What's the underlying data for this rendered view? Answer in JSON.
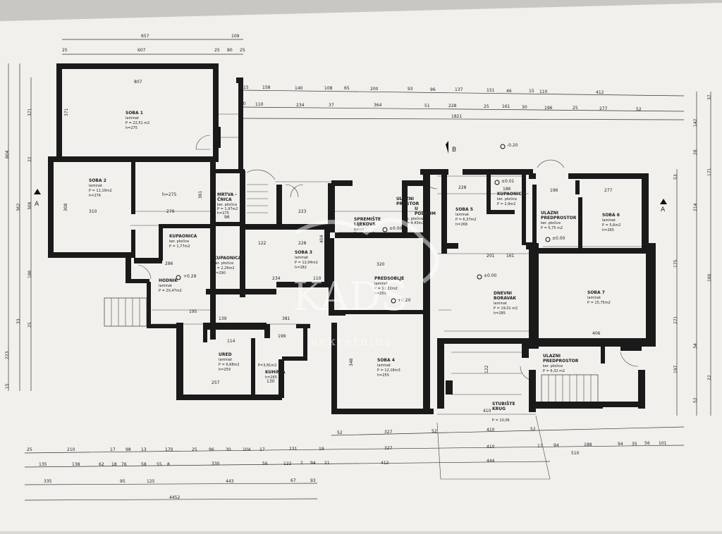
{
  "section_marks": {
    "a_left": "A",
    "a_right": "A",
    "b_top": "B"
  },
  "rooms": [
    {
      "id": "soba1",
      "lines": [
        "SOBA 1",
        "laminat",
        "P = 22,51 m2",
        "h=275"
      ]
    },
    {
      "id": "soba2",
      "lines": [
        "SOBA 2",
        "laminat",
        "P = 11,19m2",
        "h=276"
      ]
    },
    {
      "id": "mrtva",
      "lines": [
        "MRTVA -",
        "ČNICA",
        "ker. pločice",
        "P = 1,97m2",
        "h=275"
      ]
    },
    {
      "id": "kup1",
      "lines": [
        "KUPAONICA",
        "ker. pločice",
        "P = 1,77m2"
      ]
    },
    {
      "id": "kup2",
      "lines": [
        "KUPAONICA",
        "ker. pločice",
        "P = 2,26m2",
        "h=290"
      ]
    },
    {
      "id": "hodnik",
      "lines": [
        "HODNIK",
        "laminat",
        "P = 20,47m2"
      ]
    },
    {
      "id": "soba3",
      "lines": [
        "SOBA 3",
        "laminat",
        "P = 12,04m2",
        "h=282"
      ]
    },
    {
      "id": "spremiste",
      "lines": [
        "SPREMIŠTE",
        "LIJEKOVA",
        "beton",
        "P = 2,38m2"
      ]
    },
    {
      "id": "podrum",
      "lines": [
        "ULAZNI",
        "PROSTOR",
        "U",
        "PODRUM",
        "ker. pločice",
        "P = 4,43m2"
      ]
    },
    {
      "id": "predsoblje",
      "lines": [
        "PREDSOBLJE",
        "laminat",
        "P = 12,22m2",
        "h=259"
      ]
    },
    {
      "id": "ured",
      "lines": [
        "URED",
        "laminat",
        "P = 6,68m2",
        "h=259"
      ]
    },
    {
      "id": "kuhinja",
      "lines": [
        "KUHINJA",
        "P=3,81m2",
        "h=265"
      ]
    },
    {
      "id": "soba4",
      "lines": [
        "SOBA 4",
        "laminat",
        "P = 12,18m3",
        "h=255"
      ]
    },
    {
      "id": "soba5",
      "lines": [
        "SOBA 5",
        "laminat",
        "P = 6,37m2",
        "h=268"
      ]
    },
    {
      "id": "kup3",
      "lines": [
        "KUPAONICA",
        "ker. pločice",
        "P = 2,9m2"
      ]
    },
    {
      "id": "dnevni",
      "lines": [
        "DNEVNI",
        "BORAVAK",
        "laminat",
        "P = 19,01 m2",
        "h=285"
      ]
    },
    {
      "id": "ulazni1",
      "lines": [
        "ULAZNI",
        "PREDPROSTOR",
        "ker. pločice",
        "P = 5,75 m2"
      ]
    },
    {
      "id": "soba6",
      "lines": [
        "SOBA 6",
        "laminat",
        "P = 5,6m2",
        "h=265"
      ]
    },
    {
      "id": "soba7",
      "lines": [
        "SOBA 7",
        "laminat",
        "P = 15,75m2"
      ]
    },
    {
      "id": "ulazni2",
      "lines": [
        "ULAZNI",
        "PREDPROSTOR",
        "ker. pločice",
        "P = 6,32 m2"
      ]
    },
    {
      "id": "stubiste",
      "lines": [
        "STUBIŠTE",
        "KRUG",
        "P = 10,06"
      ]
    }
  ],
  "levels": [
    "+0.29",
    "±0.00",
    "+0.20",
    "±0.00",
    "±0.00",
    "-0.20",
    "±0.01"
  ],
  "inner_dims": [
    {
      "id": "d807",
      "text": "807"
    },
    {
      "id": "d371",
      "text": "371"
    },
    {
      "id": "d308",
      "text": "308"
    },
    {
      "id": "d310",
      "text": "310"
    },
    {
      "id": "d279",
      "text": "279"
    },
    {
      "id": "dh275",
      "text": "h=275"
    },
    {
      "id": "d361",
      "text": "361"
    },
    {
      "id": "d96",
      "text": "96"
    },
    {
      "id": "d223",
      "text": "223"
    },
    {
      "id": "d122",
      "text": "122"
    },
    {
      "id": "d228",
      "text": "228"
    },
    {
      "id": "d404",
      "text": "404"
    },
    {
      "id": "d234",
      "text": "234"
    },
    {
      "id": "d110",
      "text": "110"
    },
    {
      "id": "d286",
      "text": "286"
    },
    {
      "id": "d195",
      "text": "195"
    },
    {
      "id": "d139",
      "text": "139"
    },
    {
      "id": "d381",
      "text": "381"
    },
    {
      "id": "d114",
      "text": "114"
    },
    {
      "id": "d257",
      "text": "257"
    },
    {
      "id": "d199",
      "text": "199"
    },
    {
      "id": "d130",
      "text": "130"
    },
    {
      "id": "d320",
      "text": "320"
    },
    {
      "id": "d348",
      "text": "348"
    },
    {
      "id": "d201",
      "text": "201"
    },
    {
      "id": "d161",
      "text": "161"
    },
    {
      "id": "d277",
      "text": "277"
    },
    {
      "id": "d406",
      "text": "406"
    },
    {
      "id": "d196",
      "text": "196"
    },
    {
      "id": "d228b",
      "text": "228"
    },
    {
      "id": "d186",
      "text": "186"
    },
    {
      "id": "d122b",
      "text": "122"
    },
    {
      "id": "d410",
      "text": "410"
    }
  ],
  "dim_rows": {
    "top1": [
      "657",
      "109"
    ],
    "top2": [
      "25",
      "607",
      "25",
      "80",
      "25"
    ],
    "top3": [
      "15",
      "158",
      "140",
      "108",
      "65",
      "200",
      "93",
      "96",
      "137",
      "151",
      "46",
      "15",
      "110",
      "412"
    ],
    "top4": [
      "30",
      "110",
      "234",
      "37",
      "364",
      "51",
      "228",
      "25",
      "161",
      "30",
      "196",
      "25",
      "277",
      "52"
    ],
    "top5": [
      "1821"
    ],
    "bot1": [
      "52",
      "327",
      "52",
      "410",
      "52"
    ],
    "bot2": [
      "25",
      "210",
      "17",
      "98",
      "13",
      "170",
      "25",
      "96",
      "30",
      "104",
      "17",
      "231",
      "19",
      "327",
      "410",
      "17",
      "94",
      "188",
      "94",
      "35",
      "56",
      "101"
    ],
    "bot3": [
      "135",
      "138",
      "62",
      "18",
      "76",
      "58",
      "55",
      "8",
      "330",
      "56",
      "122",
      "2",
      "94",
      "21",
      "412",
      "444",
      "510"
    ],
    "bot4": [
      "335",
      "95",
      "125",
      "443",
      "67",
      "93"
    ],
    "bot5": [
      "4452"
    ],
    "left": [
      "804",
      "371",
      "22",
      "362",
      "308",
      "186",
      "33",
      "25",
      "223",
      "15"
    ],
    "right": [
      "37",
      "142",
      "28",
      "171",
      "53",
      "214",
      "175",
      "160",
      "271",
      "34",
      "197",
      "22",
      "52"
    ]
  },
  "watermark": {
    "big": "KADS",
    "small": "nekretnine"
  }
}
